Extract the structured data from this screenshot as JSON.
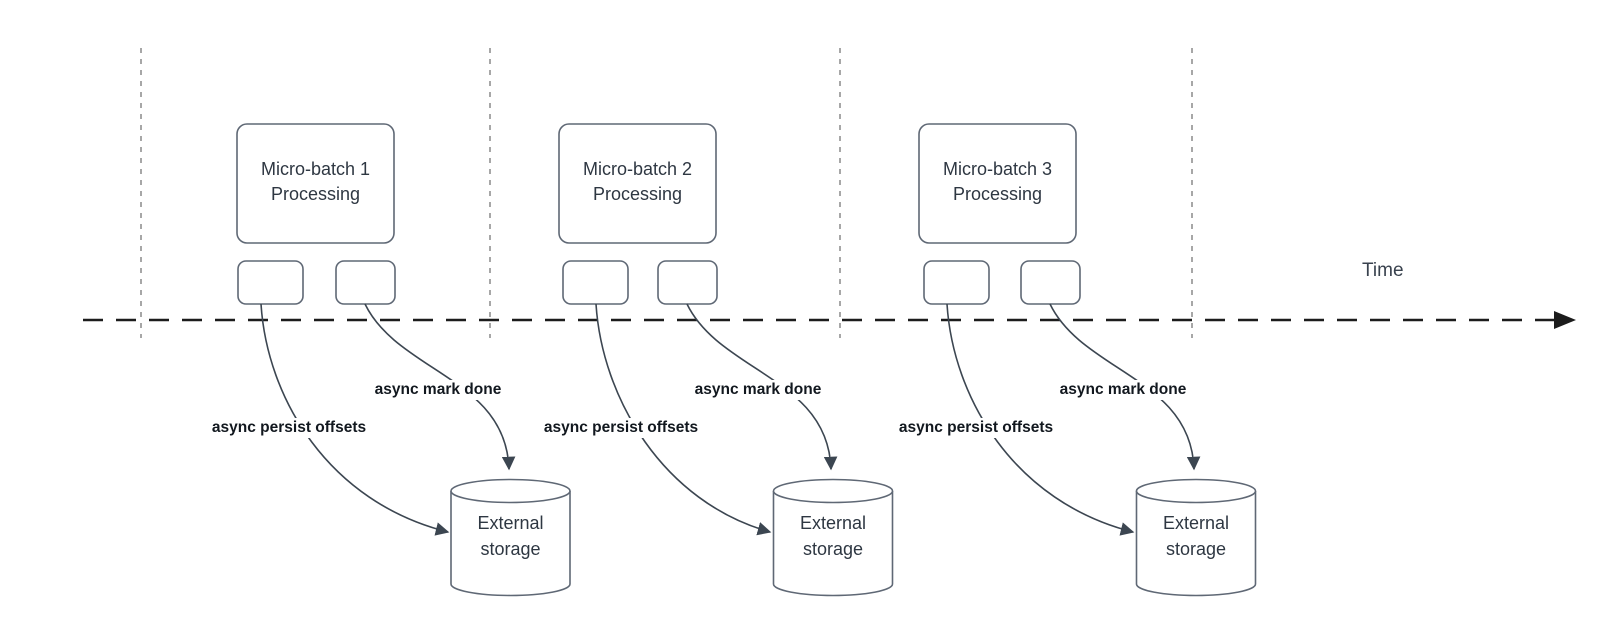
{
  "colors": {
    "guide": "#a7a7a7",
    "timeline": "#1c1c1c",
    "shape": "#5f6875",
    "curve": "#3c4651",
    "shape_text": "#2e3742",
    "label_text": "#12181f",
    "time_text": "#39424e",
    "bg": "#ffffff"
  },
  "time_label": "Time",
  "batches": [
    {
      "title_line1": "Micro-batch 1",
      "title_line2": "Processing",
      "persist_label": "async persist offsets",
      "done_label": "async mark done",
      "storage_line1": "External",
      "storage_line2": "storage"
    },
    {
      "title_line1": "Micro-batch 2",
      "title_line2": "Processing",
      "persist_label": "async persist offsets",
      "done_label": "async mark done",
      "storage_line1": "External",
      "storage_line2": "storage"
    },
    {
      "title_line1": "Micro-batch 3",
      "title_line2": "Processing",
      "persist_label": "async persist offsets",
      "done_label": "async mark done",
      "storage_line1": "External",
      "storage_line2": "storage"
    }
  ]
}
